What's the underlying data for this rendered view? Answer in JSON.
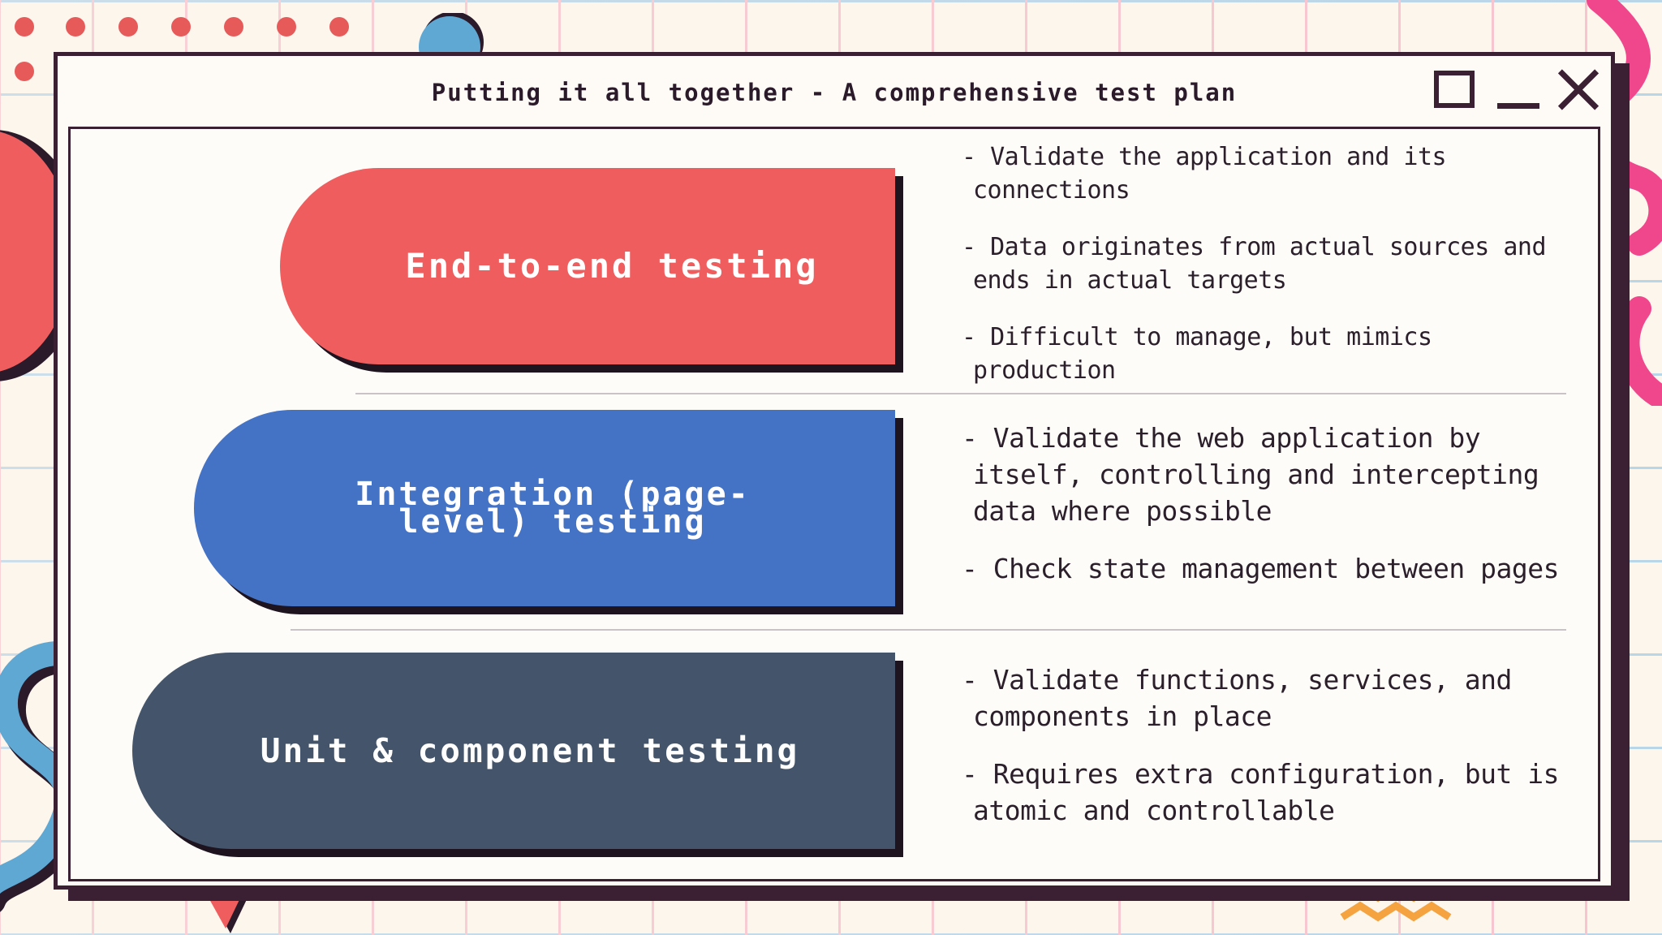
{
  "window": {
    "title": "Putting it all together - A comprehensive test plan",
    "controls": {
      "maximize": "maximize-icon",
      "minimize": "minimize-icon",
      "close": "close-icon"
    }
  },
  "rows": [
    {
      "label": "End-to-end testing",
      "color": "#f05d5e",
      "bullets": [
        "Validate the application and its connections",
        "Data originates from actual sources and ends in actual targets",
        "Difficult to manage, but mimics production"
      ]
    },
    {
      "label": "Integration (page-level) testing",
      "color": "#4472c4",
      "bullets": [
        "Validate the web application by itself, controlling and intercepting data where possible",
        "Check state management between pages"
      ]
    },
    {
      "label": "Unit & component testing",
      "color": "#44546a",
      "bullets": [
        "Validate functions, services, and components in place",
        "Requires extra configuration, but is atomic and controllable"
      ]
    }
  ],
  "colors": {
    "background": "#fdf6ec",
    "frame": "#3b1f33",
    "accent_pink": "#f0468c",
    "accent_coral": "#f05d5e",
    "accent_blue": "#5fa8d3",
    "accent_orange": "#f4a340"
  }
}
